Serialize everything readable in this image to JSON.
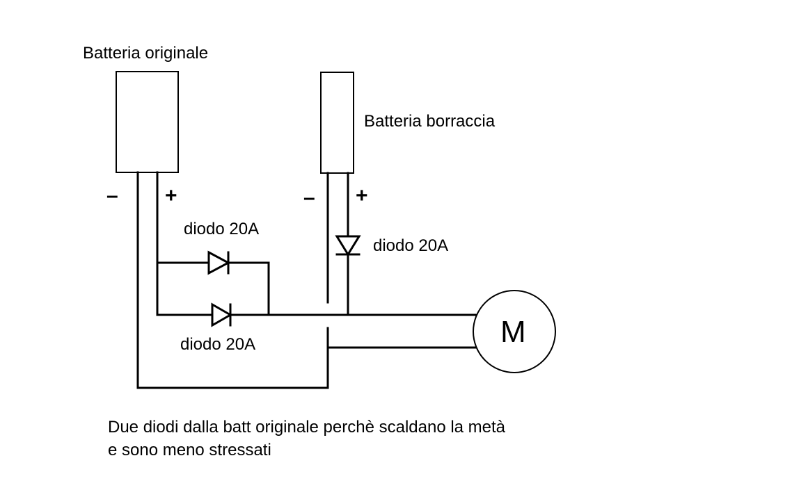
{
  "batteries": {
    "original_label": "Batteria originale",
    "bottle_label": "Batteria borraccia"
  },
  "polarity": {
    "minus": "–",
    "plus": "+"
  },
  "diodes": {
    "upper_label": "diodo 20A",
    "lower_label": "diodo 20A",
    "bottle_label": "diodo 20A"
  },
  "motor": {
    "label": "M"
  },
  "note": {
    "line1": "Due diodi dalla batt originale perchè scaldano la metà",
    "line2": "e sono meno stressati"
  },
  "colors": {
    "ink": "#000000",
    "background": "#ffffff"
  }
}
